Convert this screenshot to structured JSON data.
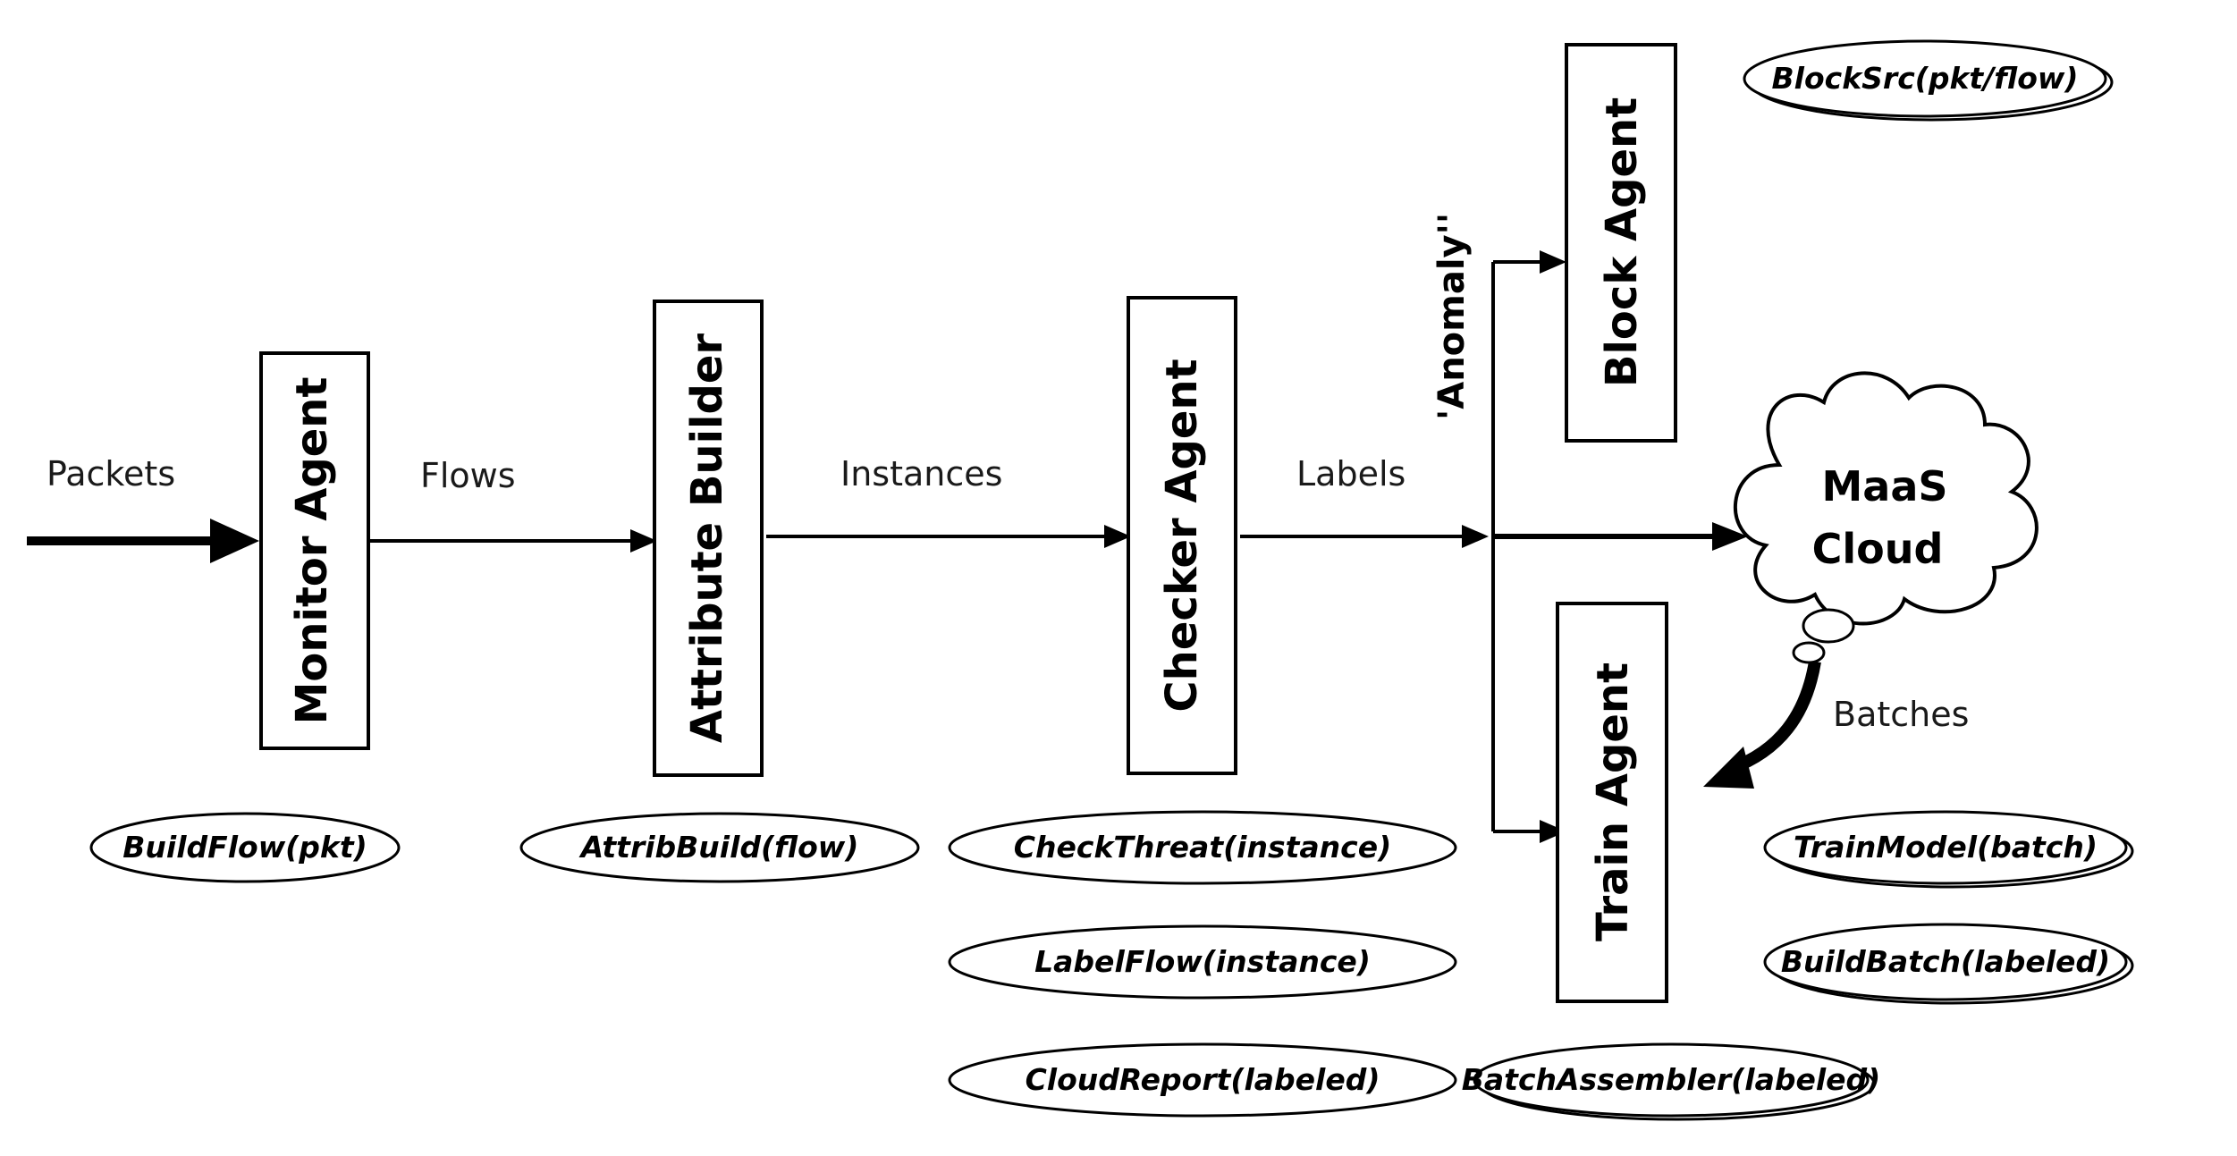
{
  "edges": {
    "packets": "Packets",
    "flows": "Flows",
    "instances": "Instances",
    "labels": "Labels",
    "anomaly": "'Anomaly''",
    "batches": "Batches"
  },
  "agents": {
    "monitor": "Monitor Agent",
    "attribute": "Attribute Builder",
    "checker": "Checker Agent",
    "block": "Block Agent",
    "train": "Train Agent"
  },
  "cloud": {
    "line1": "MaaS",
    "line2": "Cloud"
  },
  "methods": {
    "build_flow": "BuildFlow(pkt)",
    "attrib_build": "AttribBuild(flow)",
    "check_threat": "CheckThreat(instance)",
    "label_flow": "LabelFlow(instance)",
    "cloud_report": "CloudReport(labeled)",
    "block_src": "BlockSrc(pkt/flow)",
    "train_model": "TrainModel(batch)",
    "build_batch": "BuildBatch(labeled)",
    "batch_assembler": "BatchAssembler(labeled)"
  }
}
